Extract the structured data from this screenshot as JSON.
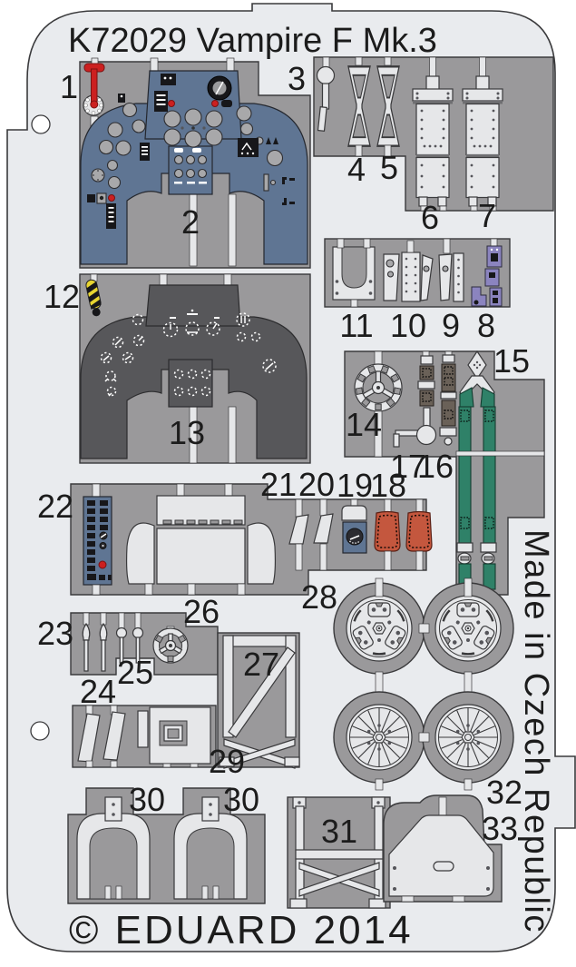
{
  "sheet": {
    "title": "K72029 Vampire F Mk.3",
    "copyright": "© EDUARD 2014",
    "made_in": "Made in Czech Republic"
  },
  "part_labels": [
    "1",
    "2",
    "3",
    "4",
    "5",
    "6",
    "7",
    "8",
    "9",
    "10",
    "11",
    "12",
    "13",
    "14",
    "15",
    "16",
    "17",
    "18",
    "19",
    "20",
    "21",
    "22",
    "23",
    "24",
    "25",
    "26",
    "27",
    "28",
    "29",
    "30",
    "30",
    "31",
    "32",
    "33"
  ],
  "colors": {
    "background": "#ffffff",
    "sheet_metal": "#e9ebee",
    "fret_frame": "#9a999b",
    "bare_part": "#e6e7e9",
    "outline": "#3a3a3c",
    "instrument_panel_blue": "#5f7593",
    "instrument_panel_charcoal": "#57575a",
    "radio_purple": "#8b84bf",
    "seatbelt_green": "#2f8168",
    "cushion_red": "#c4573e",
    "lever_red": "#cc2020",
    "lever_yellow": "#e8d531",
    "text": "#1c1c1c"
  }
}
